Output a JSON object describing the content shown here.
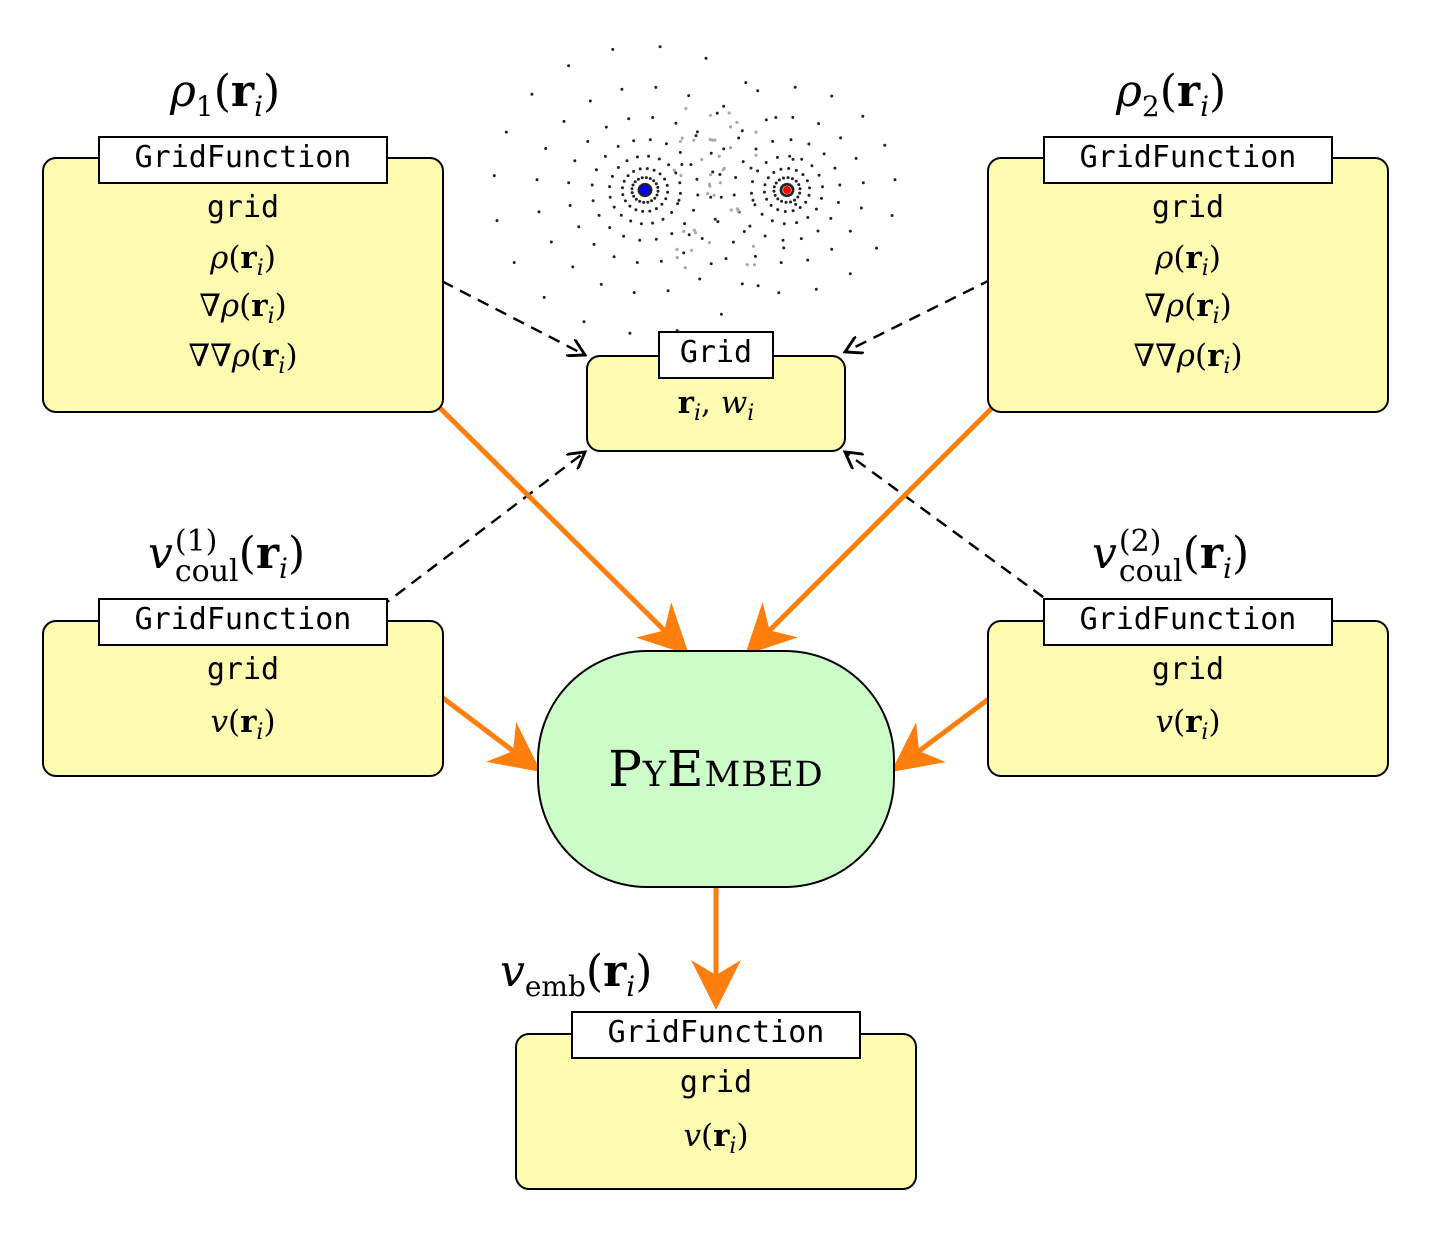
{
  "diagram": {
    "top_left": {
      "label": "ρ₁(rᵢ)",
      "tag": "GridFunction",
      "fields": [
        "grid",
        "ρ(rᵢ)",
        "∇ρ(rᵢ)",
        "∇∇ρ(rᵢ)"
      ]
    },
    "top_right": {
      "label": "ρ₂(rᵢ)",
      "tag": "GridFunction",
      "fields": [
        "grid",
        "ρ(rᵢ)",
        "∇ρ(rᵢ)",
        "∇∇ρ(rᵢ)"
      ]
    },
    "grid_box": {
      "tag": "Grid",
      "fields": [
        "rᵢ, wᵢ"
      ]
    },
    "mid_left": {
      "label": "v_coul^(1)(rᵢ)",
      "tag": "GridFunction",
      "fields": [
        "grid",
        "v(rᵢ)"
      ]
    },
    "mid_right": {
      "label": "v_coul^(2)(rᵢ)",
      "tag": "GridFunction",
      "fields": [
        "grid",
        "v(rᵢ)"
      ]
    },
    "center": {
      "label": "PyEmbed"
    },
    "bottom": {
      "label": "v_emb(rᵢ)",
      "tag": "GridFunction",
      "fields": [
        "grid",
        "v(rᵢ)"
      ]
    },
    "colors": {
      "box_fill": "#fdfbb0",
      "center_fill": "#ccfcc8",
      "arrow_orange": "#ff7f0e",
      "atom_1": "#0000ff",
      "atom_2": "#ff0000"
    }
  }
}
